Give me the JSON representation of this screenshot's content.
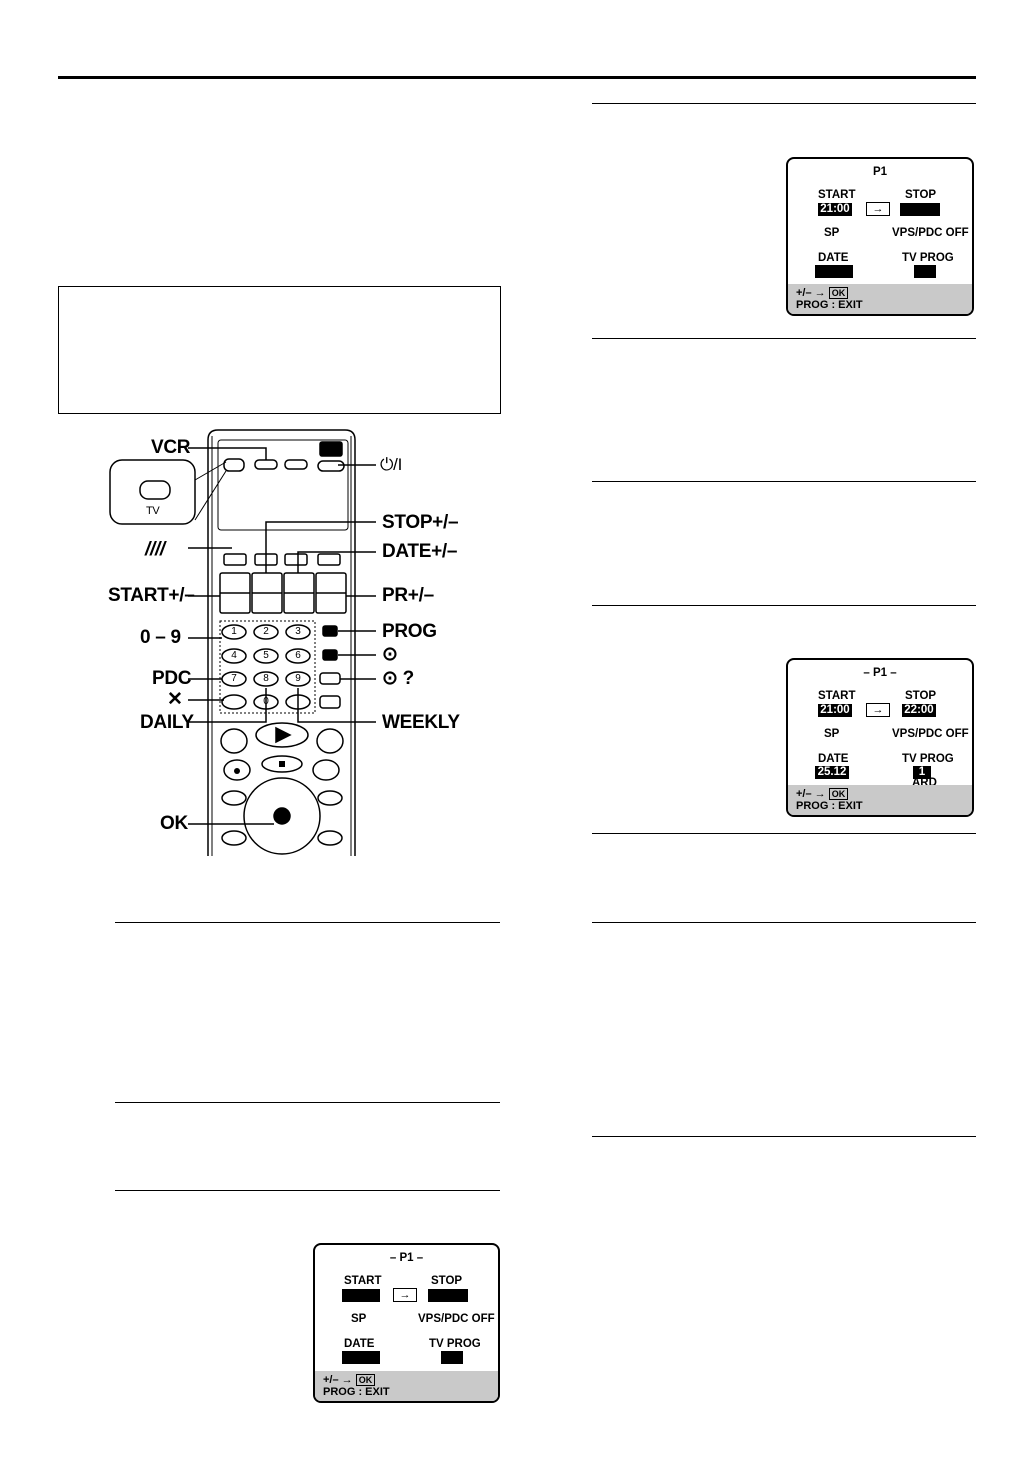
{
  "remote": {
    "labels": {
      "vcr": "VCR",
      "power": "⏻/I",
      "tv": "TV",
      "stop": "STOP+/–",
      "date": "DATE+/–",
      "slashes": "////",
      "start": "START+/–",
      "pr": "PR+/–",
      "digits": "0 – 9",
      "prog": "PROG",
      "timer": "⊙",
      "pdc": "PDC",
      "timer_q": "⊙ ?",
      "cancel": "✕",
      "daily": "DAILY",
      "weekly": "WEEKLY",
      "ok": "OK"
    },
    "keys": [
      "1",
      "2",
      "3",
      "4",
      "5",
      "6",
      "7",
      "8",
      "9",
      "0"
    ]
  },
  "screens": [
    {
      "title": "P1",
      "start_label": "START",
      "start_val": "21:00",
      "stop_label": "STOP",
      "stop_val": "",
      "sp": "SP",
      "vps": "VPS/PDC OFF",
      "date_label": "DATE",
      "date_val": "",
      "tvprog_label": "TV PROG",
      "tvprog_val": "",
      "tvprog_name": "",
      "foot1": "+/– →",
      "foot_ok": "OK",
      "foot2": "PROG : EXIT"
    },
    {
      "title": "– P1 –",
      "start_label": "START",
      "start_val": "21:00",
      "stop_label": "STOP",
      "stop_val": "22:00",
      "sp": "SP",
      "vps": "VPS/PDC OFF",
      "date_label": "DATE",
      "date_val": "25.12",
      "tvprog_label": "TV PROG",
      "tvprog_val": "1",
      "tvprog_name": "ARD",
      "foot1": "+/– →",
      "foot_ok": "OK",
      "foot2": "PROG : EXIT"
    },
    {
      "title": "– P1 –",
      "start_label": "START",
      "start_val": "",
      "stop_label": "STOP",
      "stop_val": "",
      "sp": "SP",
      "vps": "VPS/PDC OFF",
      "date_label": "DATE",
      "date_val": "",
      "tvprog_label": "TV PROG",
      "tvprog_val": "",
      "tvprog_name": "",
      "foot1": "+/– →",
      "foot_ok": "OK",
      "foot2": "PROG : EXIT"
    }
  ]
}
